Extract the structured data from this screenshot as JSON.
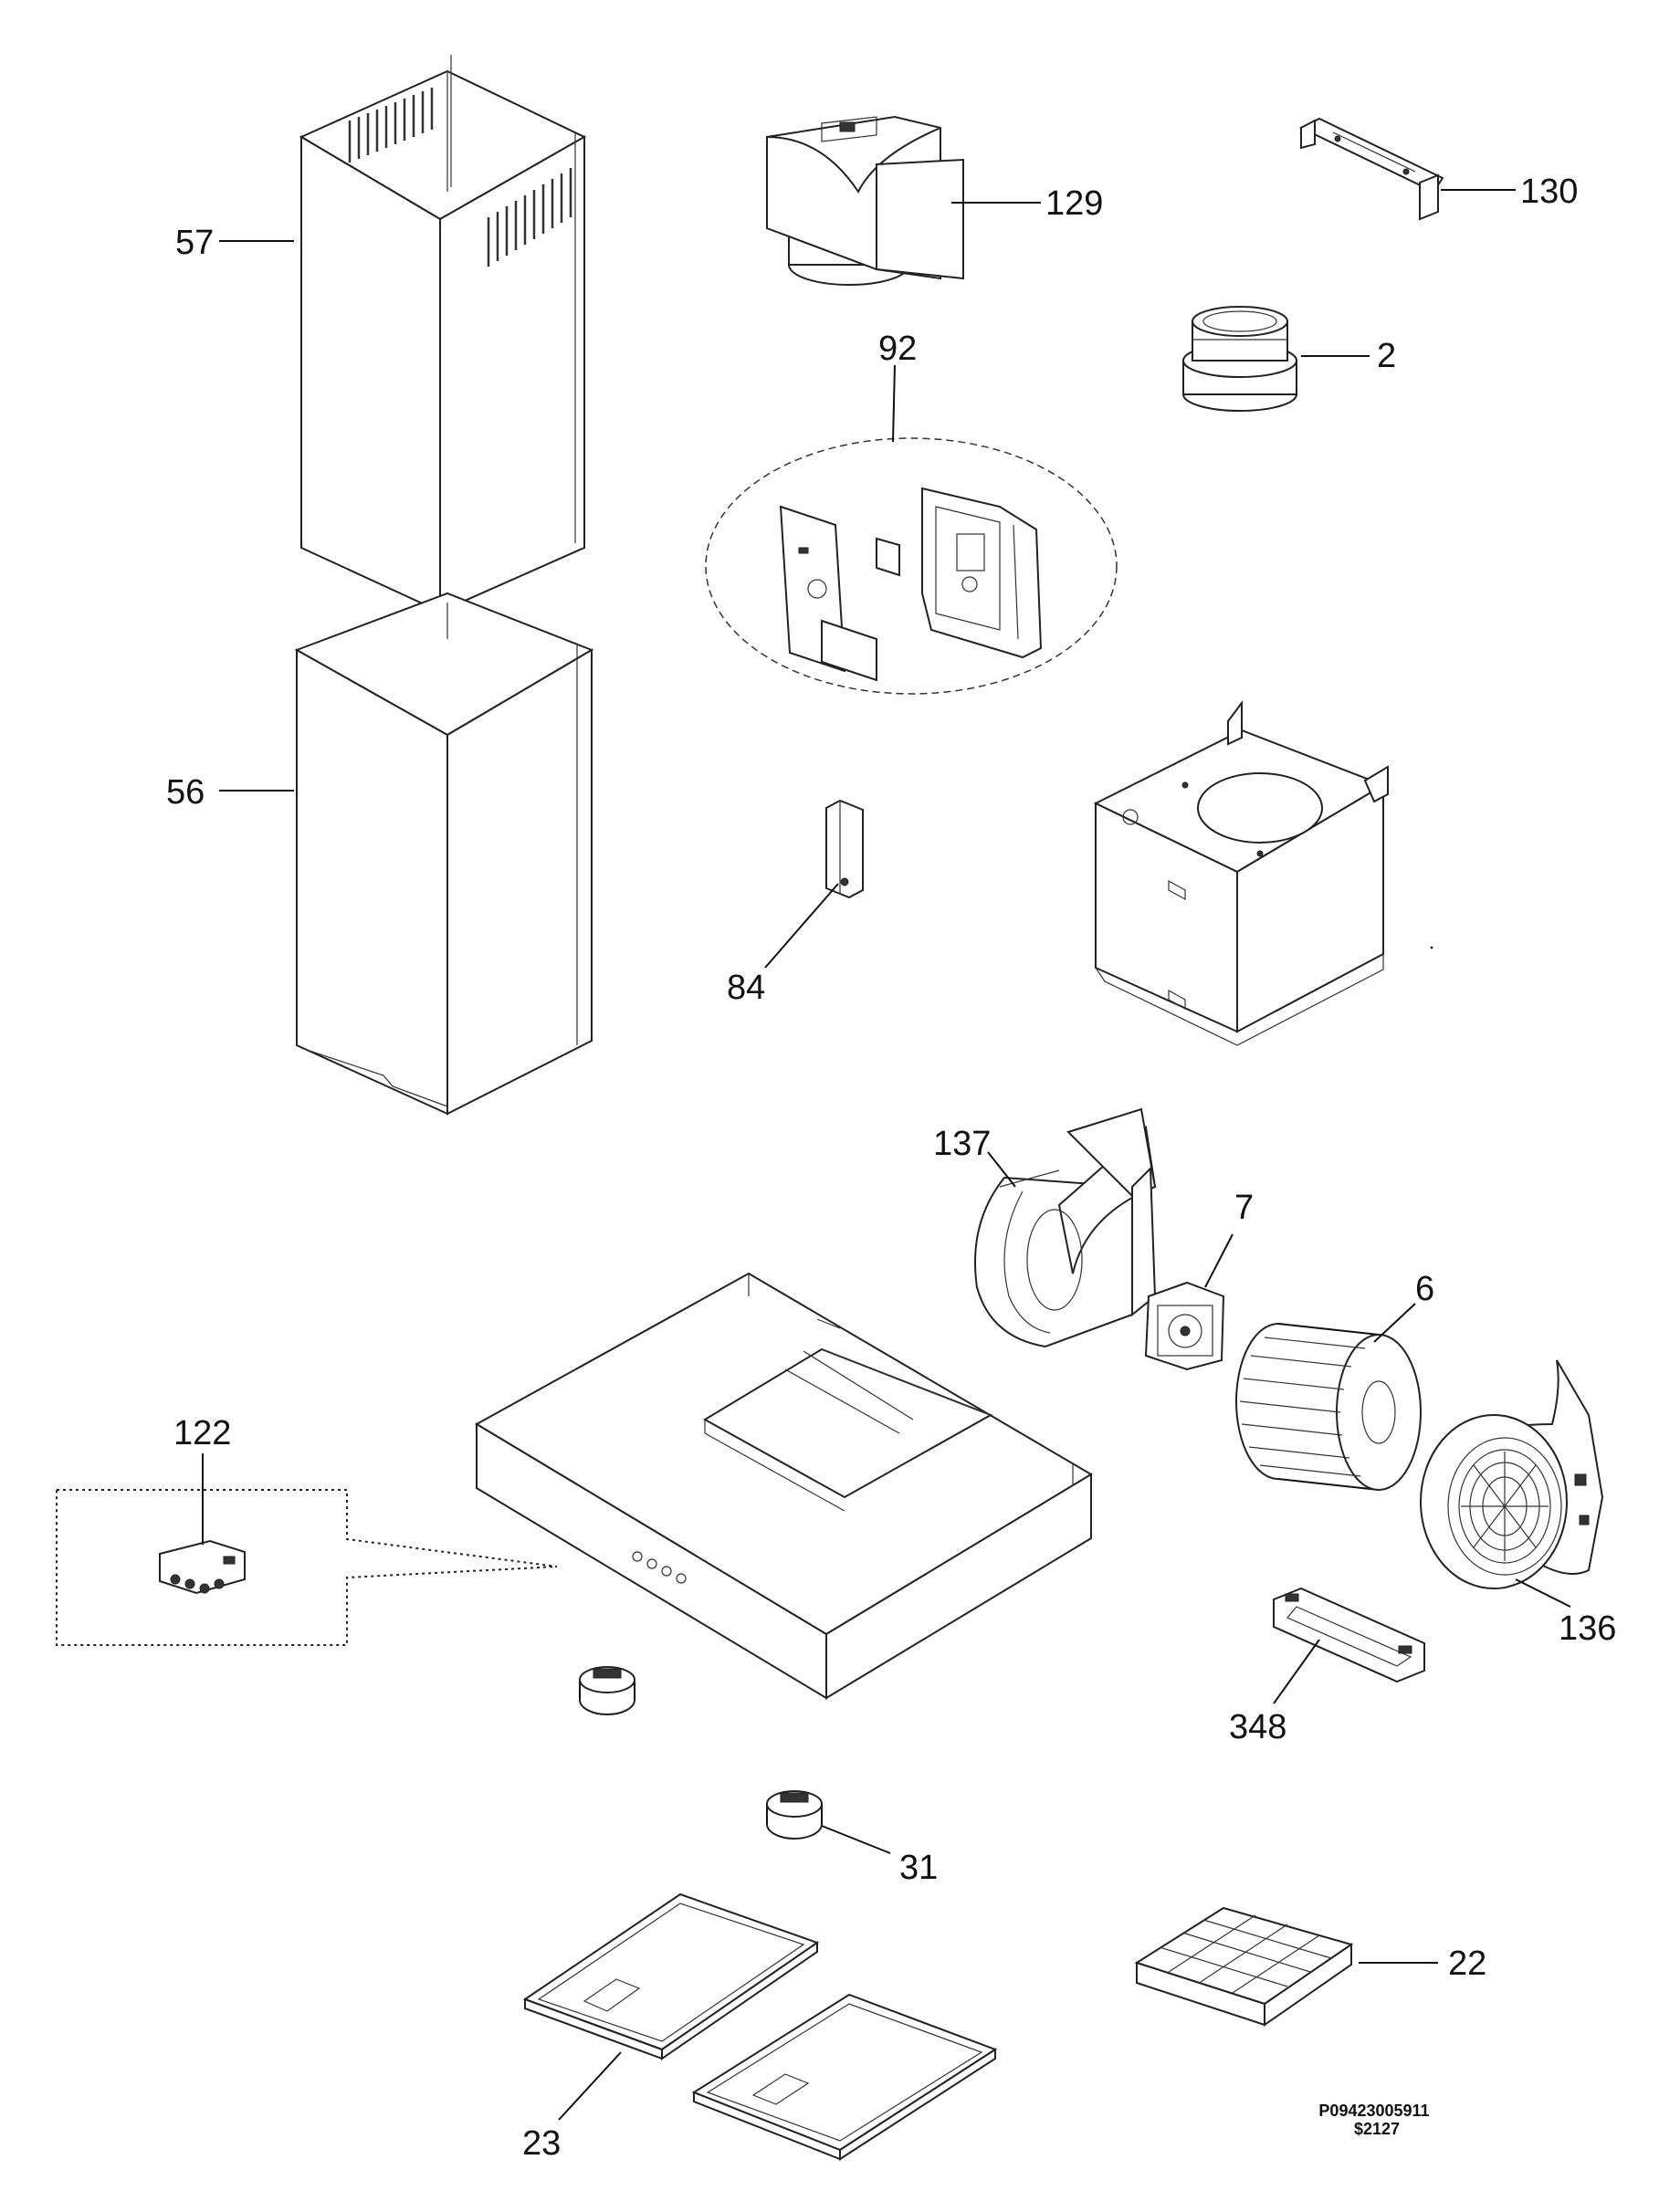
{
  "diagram": {
    "callouts": {
      "c57": "57",
      "c56": "56",
      "c129": "129",
      "c130": "130",
      "c2": "2",
      "c92": "92",
      "c84": "84",
      "c137": "137",
      "c7": "7",
      "c6": "6",
      "c122": "122",
      "c136": "136",
      "c348": "348",
      "c31": "31",
      "c22": "22",
      "c23": "23"
    },
    "code_line1": "P09423005911",
    "code_line2": "$2127"
  }
}
